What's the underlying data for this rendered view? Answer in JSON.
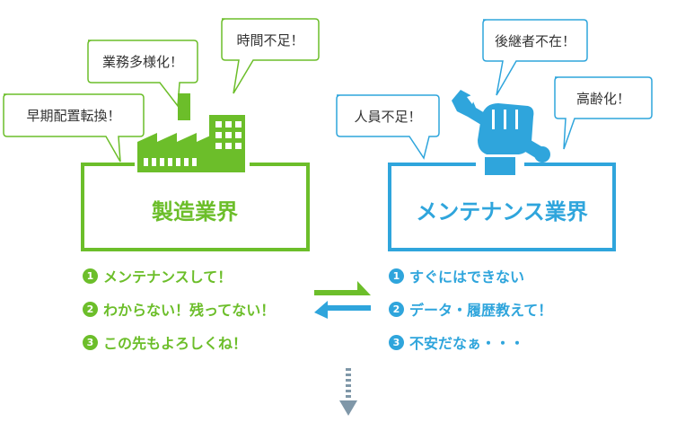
{
  "colors": {
    "green": "#6cbe2a",
    "blue": "#2fa5dc",
    "arrow": "#7f97a8"
  },
  "left": {
    "title": "製造業界",
    "bubbles": [
      "早期配置転換！",
      "業務多様化！",
      "時間不足！"
    ],
    "items": [
      {
        "num": "1",
        "text": "メンテナンスして！"
      },
      {
        "num": "2",
        "text": "わからない！残ってない！"
      },
      {
        "num": "3",
        "text": "この先もよろしくね！"
      }
    ]
  },
  "right": {
    "title": "メンテナンス業界",
    "bubbles": [
      "人員不足！",
      "後継者不在！",
      "高齢化！"
    ],
    "items": [
      {
        "num": "1",
        "text": "すぐにはできない"
      },
      {
        "num": "2",
        "text": "データ・履歴教えて！"
      },
      {
        "num": "3",
        "text": "不安だなぁ・・・"
      }
    ]
  },
  "icons": [
    "factory-icon",
    "wrench-fist-icon",
    "exchange-arrows-icon",
    "down-arrow-icon"
  ]
}
